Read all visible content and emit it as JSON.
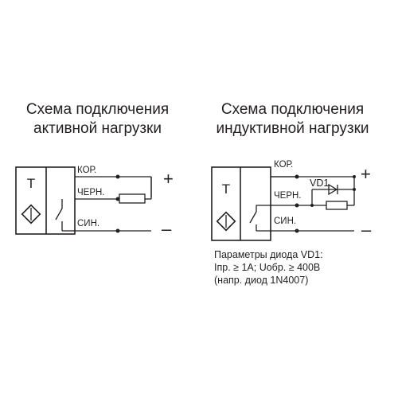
{
  "left_diagram": {
    "title_line1": "Схема подключения",
    "title_line2": "активной нагрузки",
    "sensor_letter": "Т",
    "wire_brown": "КОР.",
    "wire_black": "ЧЕРН.",
    "wire_blue": "СИН.",
    "plus": "+",
    "minus": "–"
  },
  "right_diagram": {
    "title_line1": "Схема подключения",
    "title_line2": "индуктивной нагрузки",
    "sensor_letter": "Т",
    "wire_brown": "КОР.",
    "wire_black": "ЧЕРН.",
    "wire_blue": "СИН.",
    "diode_label": "VD1",
    "plus": "+",
    "minus": "–"
  },
  "diode_note": {
    "line1": "Параметры диода VD1:",
    "line2": "Iпр. ≥ 1А; Uобр. ≥ 400В",
    "line3": "(напр. диод 1N4007)"
  }
}
